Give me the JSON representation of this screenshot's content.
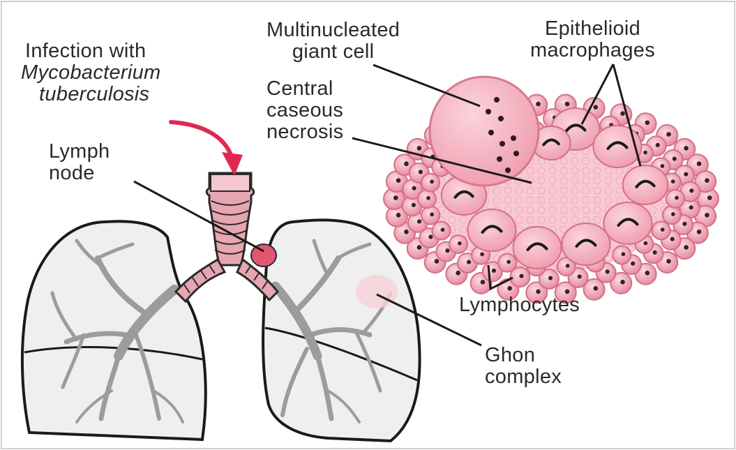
{
  "labels": {
    "infection_line1": "Infection with",
    "infection_line2": "Mycobacterium",
    "infection_line3": "tuberculosis",
    "giant_cell_line1": "Multinucleated",
    "giant_cell_line2": "giant cell",
    "epithelioid_line1": "Epithelioid",
    "epithelioid_line2": "macrophages",
    "central_line1": "Central",
    "central_line2": "caseous",
    "central_line3": "necrosis",
    "lymph_node_line1": "Lymph",
    "lymph_node_line2": "node",
    "lymphocytes": "Lymphocytes",
    "ghon_line1": "Ghon",
    "ghon_line2": "complex"
  },
  "colors": {
    "arrow": "#e0284f",
    "cell_fill": "#f0a3b3",
    "cell_light": "#f8cdd7",
    "necrosis": "#f6c6d2",
    "outline": "#1a1a1a",
    "lung_fill": "#efefef",
    "bronchi": "#9c9c9c",
    "trachea": "#e2a1ab",
    "text": "#2a2a2a"
  }
}
